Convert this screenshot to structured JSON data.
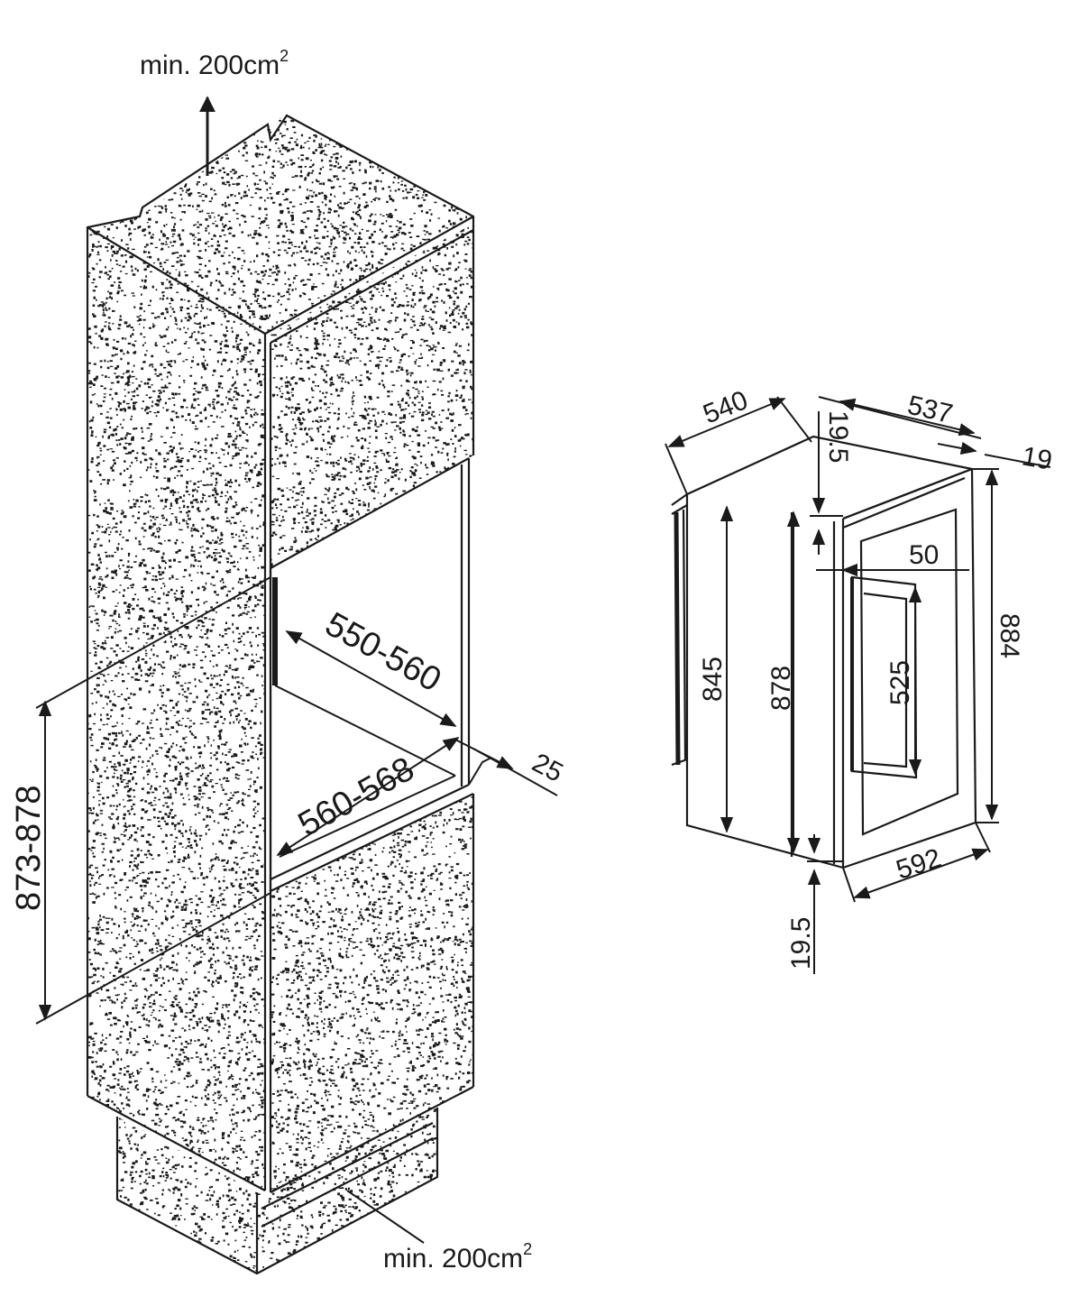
{
  "cabinet": {
    "vent_top_label": "min. 200cm",
    "vent_top_sup": "2",
    "vent_bottom_label": "min. 200cm",
    "vent_bottom_sup": "2",
    "niche_height": "873-878",
    "niche_depth": "550-560",
    "niche_width": "560-568",
    "wall_thickness": "25"
  },
  "appliance": {
    "depth_540": "540",
    "depth_537": "537",
    "door_thickness": "19",
    "top_offset": "19.5",
    "bottom_offset": "19.5",
    "handle_depth": "50",
    "height_845": "845",
    "height_878": "878",
    "handle_length": "525",
    "height_884": "884",
    "width_592": "592"
  },
  "colors": {
    "line": "#1a1a1a",
    "texture": "#1a1a1a",
    "background": "#ffffff"
  }
}
